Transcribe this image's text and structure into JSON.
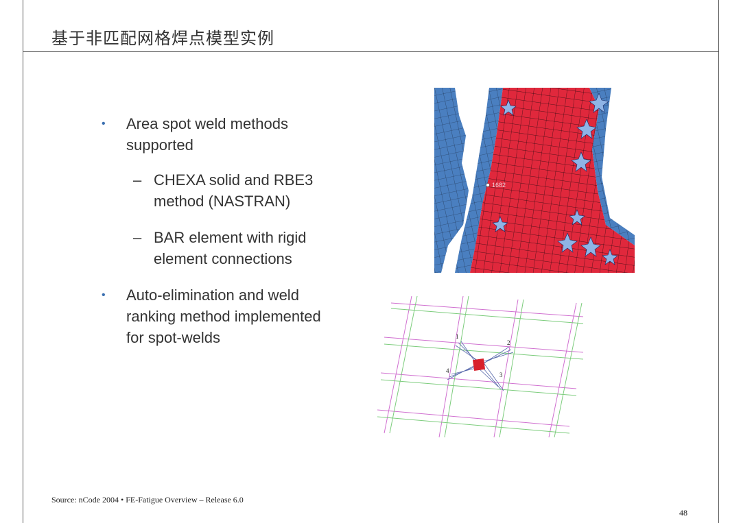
{
  "slide": {
    "title": "基于非匹配网格焊点模型实例",
    "bullets": [
      {
        "lines": [
          "Area spot weld methods",
          "supported"
        ],
        "subbullets": [
          {
            "lines": [
              "CHEXA solid and RBE3",
              "method (NASTRAN)"
            ]
          },
          {
            "lines": [
              "BAR element with rigid",
              "element connections"
            ]
          }
        ]
      },
      {
        "lines": [
          "Auto-elimination and weld",
          "ranking method implemented",
          "for spot-welds"
        ],
        "subbullets": []
      }
    ],
    "bullet_glyph": "•",
    "dash_glyph": "–",
    "source": "Source: nCode 2004 • FE-Fatigue Overview – Release 6.0",
    "page_number": "48"
  },
  "figures": {
    "mesh": {
      "description_icon": "fe-mesh-image",
      "label": "1682",
      "colors": {
        "red": "#e0283c",
        "blue": "#4a7fc0",
        "mesh_line": "#222222",
        "star": "#8fb4e6"
      }
    },
    "weld": {
      "description_icon": "spot-weld-diagram",
      "node_labels": [
        "1",
        "2",
        "3",
        "4"
      ],
      "colors": {
        "magenta": "#d070d0",
        "green": "#7ccc7c",
        "weld": "#d8202c",
        "spokes": "#5566aa"
      }
    }
  }
}
